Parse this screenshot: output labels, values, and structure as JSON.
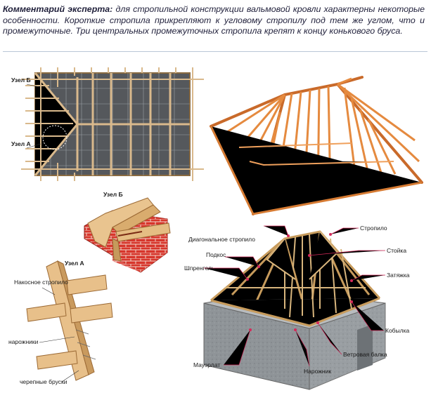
{
  "comment": {
    "lead": "Комментарий эксперта:",
    "text": " для стропильной конструкции вальмовой кровли характерны некоторые особенности. Короткие стропила прикрепляют к угловому стропилу под тем же углом, что и промежуточные. Три центральных промежуточных стропила крепят к концу конькового бруса."
  },
  "plan": {
    "node_b": "Узел Б",
    "node_a": "Узел А"
  },
  "detail_b": {
    "title": "Узел Б"
  },
  "detail_a": {
    "title": "Узел А",
    "rafter": "Накосное стропило",
    "jacks": "нарожники",
    "blocks": "черепные бруски"
  },
  "callouts": {
    "diagonal": "Диагональное стропило",
    "strut": "Подкос",
    "truss": "Шпренгель",
    "mauerlat": "Мауэрлат",
    "rafter": "Стропило",
    "post": "Стойка",
    "tie": "Затяжка",
    "kobylka": "Кобылка",
    "wind": "Ветровая балка",
    "jack": "Нарожник"
  },
  "colors": {
    "wood": "#e58a3f",
    "wood_dark": "#b65a20",
    "brick": "#d7352b",
    "concrete": "#8f9498",
    "label_line": "#d42a5a"
  }
}
